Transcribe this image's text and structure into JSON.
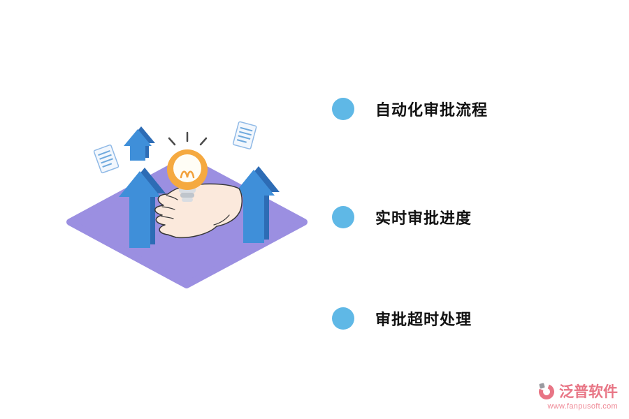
{
  "features": [
    {
      "label": "自动化审批流程"
    },
    {
      "label": "实时审批进度"
    },
    {
      "label": "审批超时处理"
    }
  ],
  "logo": {
    "name": "泛普软件",
    "url": "www.fanpusoft.com"
  },
  "colors": {
    "bullet_circle": "#5fb8e6",
    "platform_purple": "#9b8fe1",
    "arrow_blue": "#3f8fd9",
    "arrow_blue_dark": "#2d6cb5",
    "bulb_orange": "#f5a940",
    "hand_skin": "#fbe9dc",
    "logo_pink": "#e87585"
  },
  "illustration": {
    "alt": "hand holding a lightbulb above a purple diamond platform with rising blue arrows and paper notes"
  }
}
